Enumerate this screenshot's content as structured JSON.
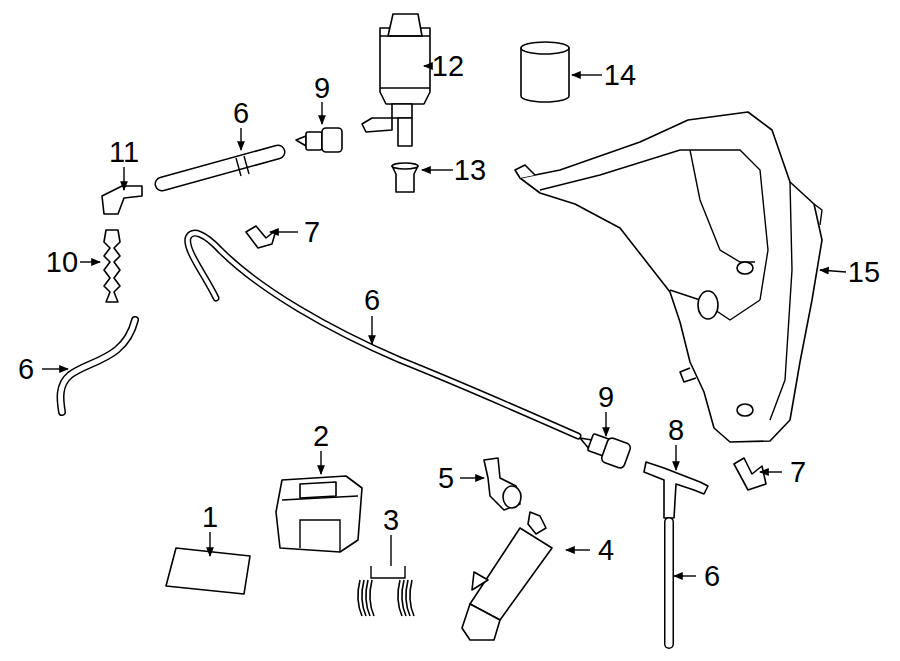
{
  "diagram": {
    "labels": [
      "12",
      "14",
      "9",
      "6",
      "11",
      "13",
      "7",
      "10",
      "15",
      "6",
      "6",
      "9",
      "8",
      "7",
      "2",
      "5",
      "4",
      "3",
      "6",
      "1"
    ]
  }
}
